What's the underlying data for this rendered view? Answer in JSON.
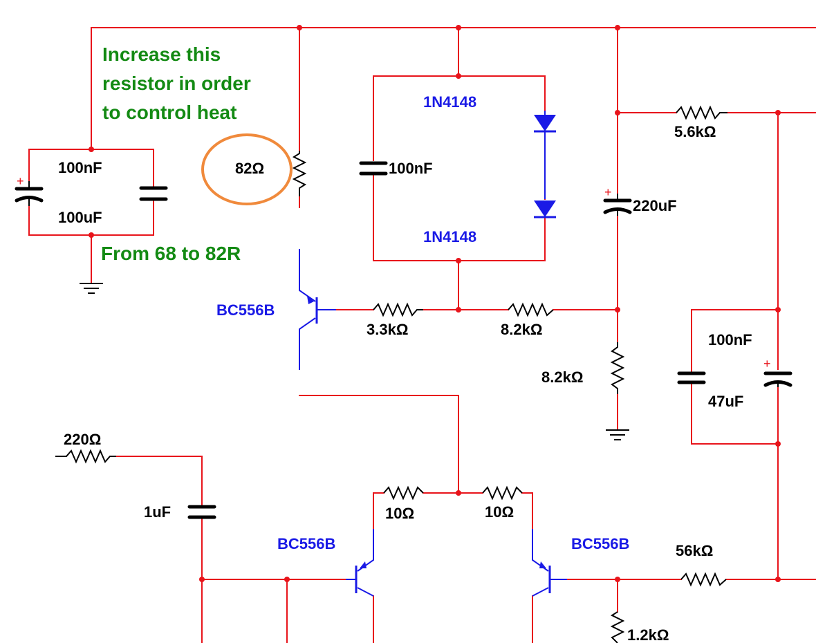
{
  "annotations": {
    "note_line1": "Increase this",
    "note_line2": "resistor in order",
    "note_line3": "to control heat",
    "change_note": "From 68 to 82R"
  },
  "components": {
    "left_cap_film": "100nF",
    "left_cap_elec": "100uF",
    "bias_resistor": "82Ω",
    "bias_cap": "100nF",
    "diode_top": "1N4148",
    "diode_bottom": "1N4148",
    "r_5k6": "5.6kΩ",
    "cap_220uF": "220uF",
    "q_top": "BC556B",
    "r_3k3": "3.3kΩ",
    "r_8k2_series": "8.2kΩ",
    "r_8k2_shunt": "8.2kΩ",
    "right_cap_film": "100nF",
    "right_cap_elec": "47uF",
    "r_220": "220Ω",
    "cap_1uF": "1uF",
    "r_10_left": "10Ω",
    "r_10_right": "10Ω",
    "q_left": "BC556B",
    "q_right": "BC556B",
    "r_56k": "56kΩ",
    "r_1k2": "1.2kΩ"
  },
  "colors": {
    "wire": "#e8141b",
    "part_label": "#1a1ae6",
    "annotation": "#138a13",
    "highlight": "#f08a3c"
  }
}
